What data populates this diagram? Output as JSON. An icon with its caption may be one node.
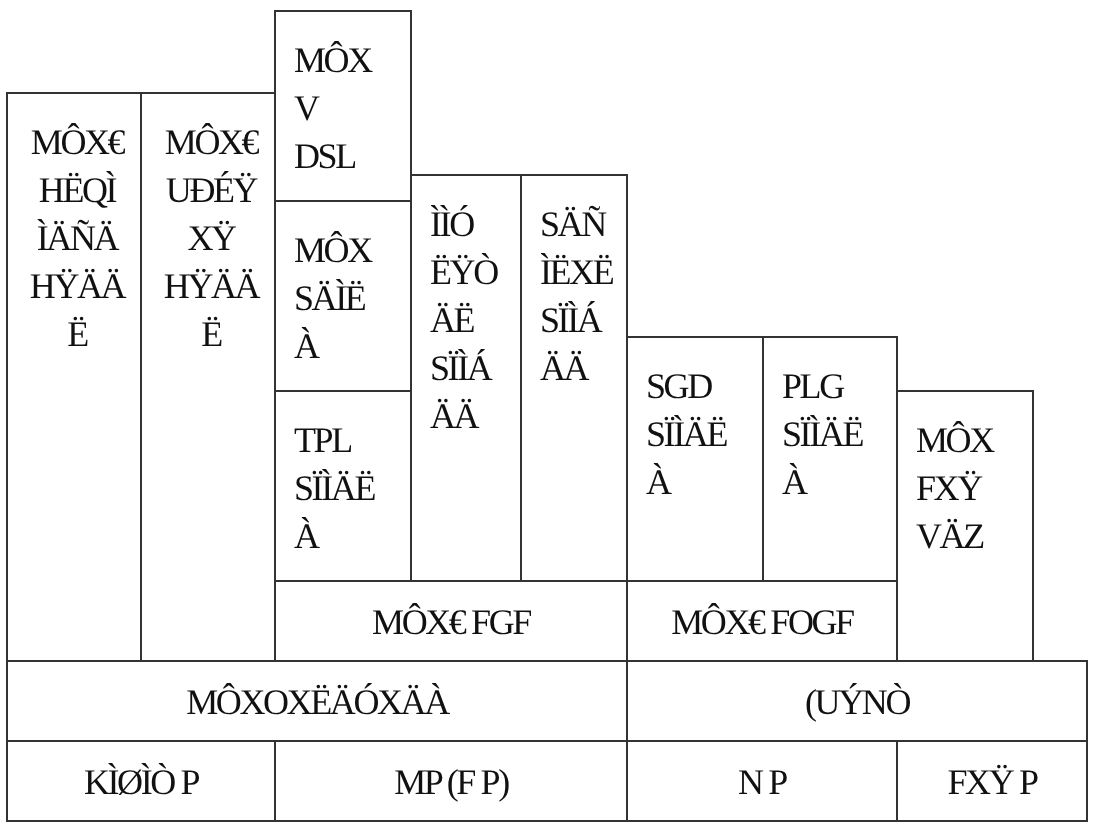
{
  "diagram": {
    "nodes": [
      {
        "text": [
          "MÔX€ HËQÌ ÌÄÑÄ HŸÄÄ Ë"
        ]
      },
      {
        "text": [
          "MÔX€ UÐÉŸ XŸ HŸÄÄ Ë"
        ]
      },
      {
        "text": [
          "MÔX V DSL"
        ]
      },
      {
        "text": [
          "MÔX SÄÌË À"
        ]
      },
      {
        "text": [
          "TPL SÏÌÄË À"
        ]
      },
      {
        "text": [
          "ÌÌÓ ËŸÒ ÄË SÏÌÁ ÄÄ"
        ]
      },
      {
        "text": [
          "SÄÑ ÌËXË SÏÌÁ ÄÄ"
        ]
      },
      {
        "text": [
          "SGD SÏÌÄË À"
        ]
      },
      {
        "text": [
          "PLG SÏÌÄË À"
        ]
      },
      {
        "text": [
          "MÔX FXŸ VÄZ"
        ]
      },
      {
        "text": [
          "MÔX€ FGF"
        ]
      },
      {
        "text": [
          "MÔX€ FOGF"
        ]
      },
      {
        "text": [
          "MÔXOXËÄÓXÄÀ"
        ]
      },
      {
        "text": [
          "(UÝNÒ"
        ]
      },
      {
        "text": [
          "KÌØÌÒ P"
        ]
      },
      {
        "text": [
          "MP (F P)"
        ]
      },
      {
        "text": [
          "N P"
        ]
      },
      {
        "text": [
          "FXŸ P"
        ]
      }
    ],
    "edges": []
  }
}
